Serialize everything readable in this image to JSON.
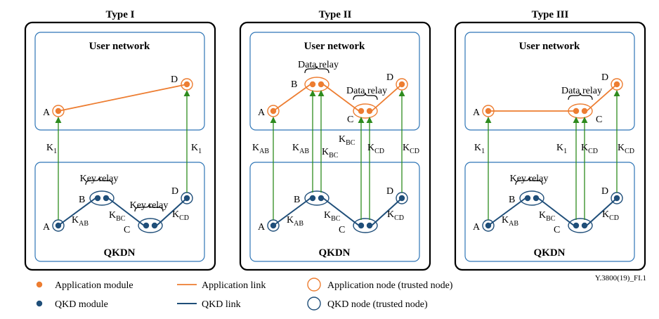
{
  "figure_id": "Y.3800(19)_FI.1",
  "colors": {
    "application": "#ED7D31",
    "qkd": "#1F4E79",
    "key_arrow": "#2E8B1E",
    "inner_border": "#2E75B6",
    "outer_border": "#000000"
  },
  "labels": {
    "user_network": "User network",
    "qkdn": "QKDN",
    "key_relay": "Key relay",
    "data_relay": "Data relay"
  },
  "panels": [
    {
      "title": "Type I",
      "app_nodes": [
        "A",
        "D"
      ],
      "qkd_nodes": [
        "A",
        "B",
        "C",
        "D"
      ],
      "qkd_link_keys": [
        "K",
        "K",
        "K"
      ],
      "qkd_link_key_subs": [
        "AB",
        "BC",
        "CD"
      ],
      "key_arrows": [
        {
          "main": "K",
          "sub": "1"
        },
        {
          "main": "K",
          "sub": "1"
        }
      ]
    },
    {
      "title": "Type II",
      "app_nodes": [
        "A",
        "B",
        "C",
        "D"
      ],
      "qkd_nodes": [
        "A",
        "B",
        "C",
        "D"
      ],
      "qkd_link_keys": [
        "K",
        "K",
        "K"
      ],
      "qkd_link_key_subs": [
        "AB",
        "BC",
        "CD"
      ],
      "key_arrows": [
        {
          "main": "K",
          "sub": "AB"
        },
        {
          "main": "K",
          "sub": "AB"
        },
        {
          "main": "K",
          "sub": "BC"
        },
        {
          "main": "K",
          "sub": "BC"
        },
        {
          "main": "K",
          "sub": "CD"
        },
        {
          "main": "K",
          "sub": "CD"
        }
      ]
    },
    {
      "title": "Type III",
      "app_nodes": [
        "A",
        "C",
        "D"
      ],
      "qkd_nodes": [
        "A",
        "B",
        "C",
        "D"
      ],
      "qkd_link_keys": [
        "K",
        "K",
        "K"
      ],
      "qkd_link_key_subs": [
        "AB",
        "BC",
        "CD"
      ],
      "key_arrows": [
        {
          "main": "K",
          "sub": "1"
        },
        {
          "main": "K",
          "sub": "1"
        },
        {
          "main": "K",
          "sub": "CD"
        },
        {
          "main": "K",
          "sub": "CD"
        }
      ]
    }
  ],
  "legend": {
    "application_module": "Application module",
    "qkd_module": "QKD module",
    "application_link": "Application link",
    "qkd_link": "QKD link",
    "application_node": "Application node (trusted node)",
    "qkd_node": "QKD node (trusted node)"
  }
}
